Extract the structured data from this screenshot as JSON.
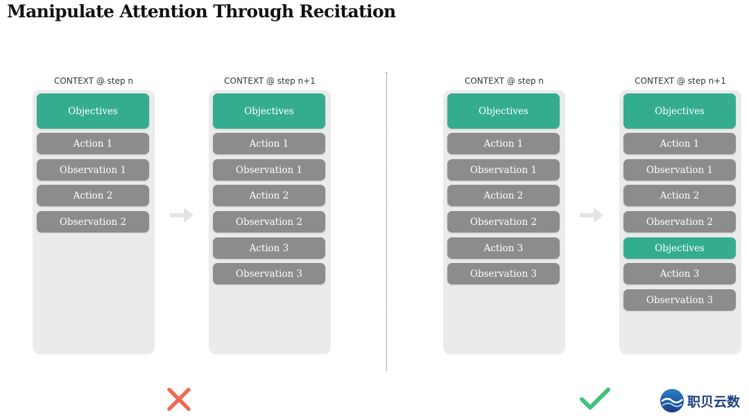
{
  "title": "Manipulate Attention Through Recitation",
  "labels": {
    "step_n": "CONTEXT @ step n",
    "step_n1": "CONTEXT @ step n+1"
  },
  "items": {
    "objectives": "Objectives",
    "action_1": "Action 1",
    "observation_1": "Observation 1",
    "action_2": "Action 2",
    "observation_2": "Observation 2",
    "action_3": "Action 3",
    "observation_3": "Observation 3"
  },
  "logo": {
    "text": "职贝云数"
  },
  "colors": {
    "objective_green": "#34ad8f",
    "item_gray": "#8c8c8c",
    "panel_bg": "#ebebeb",
    "cross_red": "#ee6a55",
    "check_green": "#3fc27a"
  }
}
